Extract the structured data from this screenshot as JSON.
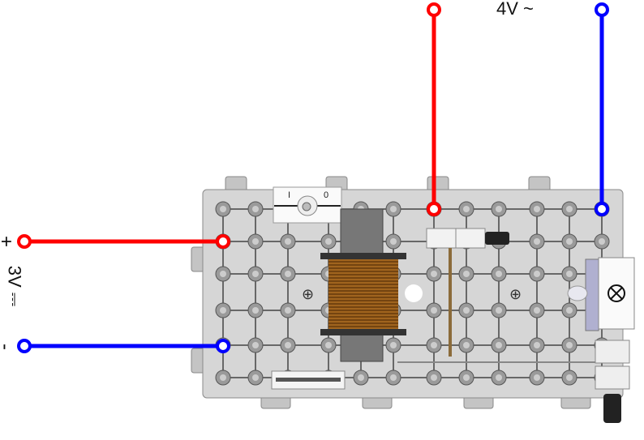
{
  "supply_ac": {
    "label": "4V ~",
    "color_pos": "#ff0000",
    "color_neg": "#0000ff"
  },
  "supply_dc": {
    "plus": "+",
    "minus": "-",
    "label": "3V ⎓"
  },
  "switch": {
    "on_label": "I",
    "off_label": "0"
  },
  "colors": {
    "board": "#d6d6d6",
    "coil": "#a0641e",
    "terminal": "#9a9a9a"
  }
}
